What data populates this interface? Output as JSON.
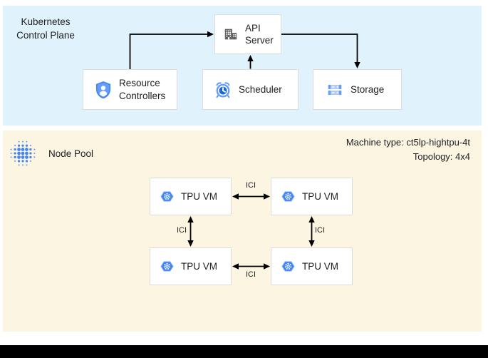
{
  "diagram": {
    "control_plane": {
      "title": "Kubernetes\nControl Plane",
      "api_server_label": "API Server",
      "resource_controllers_label": "Resource Controllers",
      "scheduler_label": "Scheduler",
      "storage_label": "Storage"
    },
    "node_pool": {
      "title": "Node Pool",
      "machine_type": "Machine type: ct5lp-hightpu-4t",
      "topology": "Topology: 4x4",
      "vms": [
        "TPU VM",
        "TPU VM",
        "TPU VM",
        "TPU VM"
      ],
      "ici": [
        "ICI",
        "ICI",
        "ICI",
        "ICI"
      ]
    },
    "colors": {
      "control_plane_bg": "#E0F3FD",
      "node_pool_bg": "#FCF5E1",
      "box_border": "#DCDCDC",
      "google_blue": "#4285F4",
      "blue_medium": "#669DF6",
      "blue_pale": "#AECBFA",
      "blue_dark": "#1967D2",
      "icon_gray": "#616161",
      "text": "#202124",
      "connector": "#000000"
    }
  }
}
